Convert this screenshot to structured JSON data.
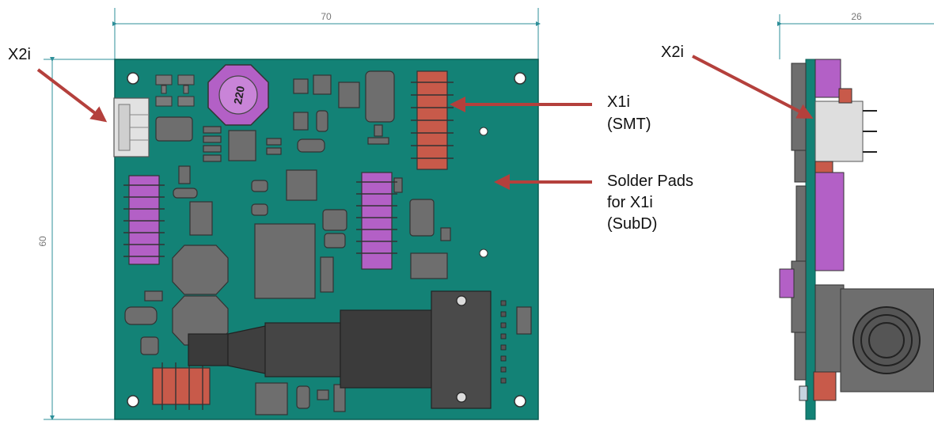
{
  "dimensions": {
    "width": "70",
    "height": "60",
    "side_width": "26"
  },
  "labels": {
    "x2i_front": "X2i",
    "x2i_side": "X2i",
    "x1i_line1": "X1i",
    "x1i_line2": "(SMT)",
    "pads_line1": "Solder Pads",
    "pads_line2": "for X1i",
    "pads_line3": "(SubD)",
    "inductor": "220"
  },
  "colors": {
    "board": "#138276",
    "component": "#6e6e6e",
    "purple_connector": "#b360c6",
    "red_connector": "#c85a4a",
    "arrow": "#b4403c",
    "dimension_line": "#2e8f99"
  }
}
